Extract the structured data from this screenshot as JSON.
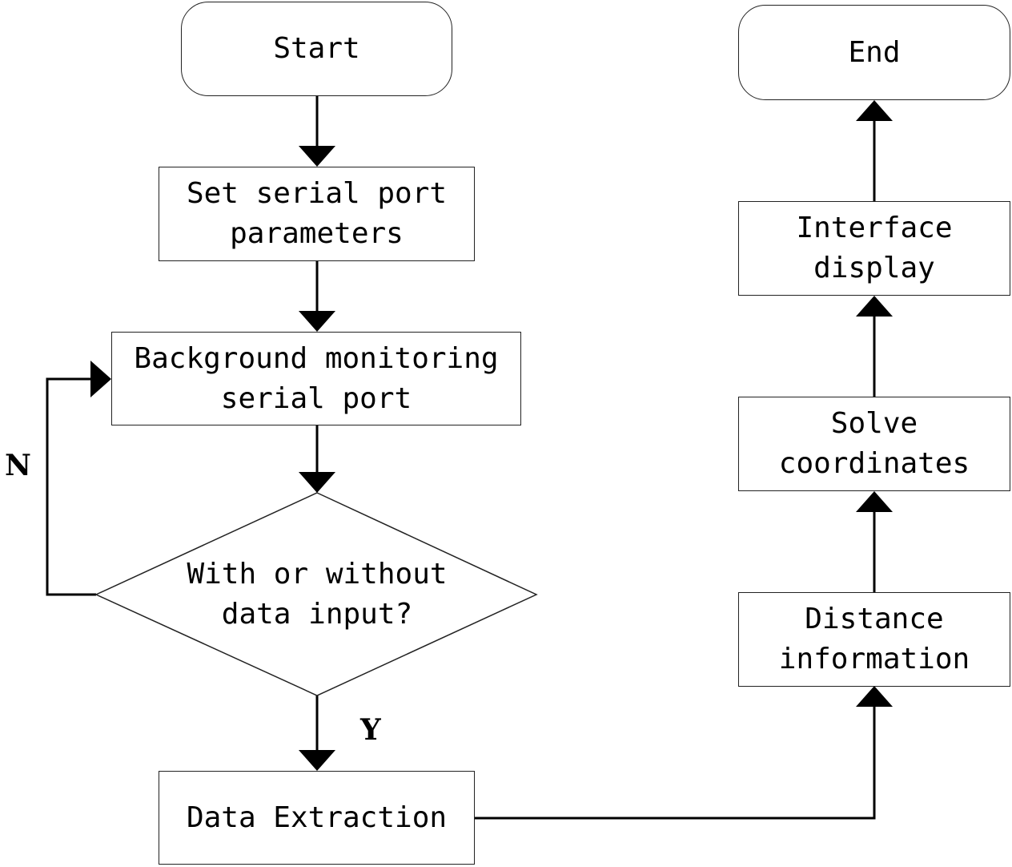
{
  "nodes": {
    "start": "Start",
    "set_serial": "Set serial port\nparameters",
    "background": "Background monitoring\nserial port",
    "decision": "With or without\ndata input?",
    "extraction": "Data Extraction",
    "distance": "Distance\ninformation",
    "solve": "Solve\ncoordinates",
    "interface": "Interface\ndisplay",
    "end": "End"
  },
  "edge_labels": {
    "no": "N",
    "yes": "Y"
  }
}
